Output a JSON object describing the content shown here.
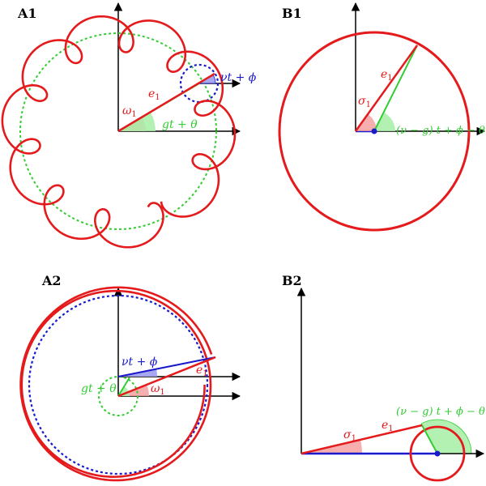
{
  "panels": {
    "a1": {
      "label": "A1",
      "e_label": "e",
      "e_sub": "1",
      "omega_label": "ω",
      "omega_sub": "1",
      "angle_green": "gt + θ",
      "angle_blue": "νt + ϕ"
    },
    "b1": {
      "label": "B1",
      "e_label": "e",
      "e_sub": "1",
      "sigma_label": "σ",
      "sigma_sub": "1",
      "angle_green": "(ν − g) t + ϕ − θ"
    },
    "a2": {
      "label": "A2",
      "e_label": "e",
      "e_sub": "1",
      "omega_label": "ω",
      "omega_sub": "1",
      "angle_green": "gt + θ",
      "angle_blue": "νt + ϕ"
    },
    "b2": {
      "label": "B2",
      "e_label": "e",
      "e_sub": "1",
      "sigma_label": "σ",
      "sigma_sub": "1",
      "angle_green": "(ν − g) t + ϕ − θ"
    }
  },
  "colors": {
    "red": "#e41a1c",
    "green": "#33cc33",
    "blue": "#1a1acc",
    "red_fill": "#f4a0a0",
    "green_fill": "#a6eea6",
    "blue_fill": "#9f9ff0"
  }
}
